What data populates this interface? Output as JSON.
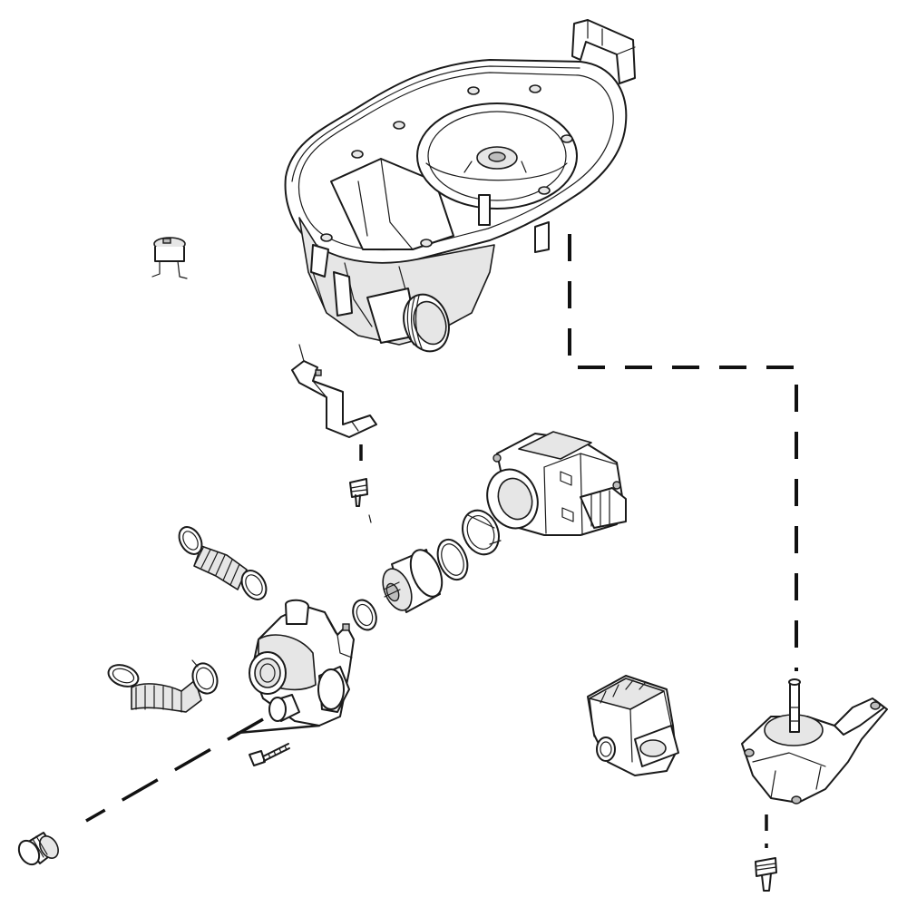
{
  "diagram": {
    "type": "exploded-parts-view",
    "parts": [
      {
        "id": "sump-housing",
        "icon": "sump-housing-icon"
      },
      {
        "id": "top-clip",
        "icon": "clip-icon"
      },
      {
        "id": "thermal-fuse",
        "icon": "thermal-fuse-icon"
      },
      {
        "id": "mounting-bracket",
        "icon": "bracket-icon"
      },
      {
        "id": "bracket-screw",
        "icon": "screw-icon"
      },
      {
        "id": "circulation-pump-motor",
        "icon": "motor-icon"
      },
      {
        "id": "motor-clamp-ring",
        "icon": "ring-icon"
      },
      {
        "id": "large-o-ring",
        "icon": "o-ring-icon"
      },
      {
        "id": "impeller",
        "icon": "impeller-icon"
      },
      {
        "id": "small-o-ring",
        "icon": "o-ring-icon"
      },
      {
        "id": "pump-housing",
        "icon": "pump-housing-icon"
      },
      {
        "id": "corrugated-hose",
        "icon": "hose-icon"
      },
      {
        "id": "elbow-hose",
        "icon": "hose-icon"
      },
      {
        "id": "hose-clamps",
        "icon": "clamp-icon"
      },
      {
        "id": "housing-screw",
        "icon": "screw-icon"
      },
      {
        "id": "drain-connector",
        "icon": "connector-icon"
      },
      {
        "id": "drain-pump",
        "icon": "drain-pump-icon"
      },
      {
        "id": "spray-arm-support",
        "icon": "support-icon"
      },
      {
        "id": "support-screw",
        "icon": "screw-icon"
      }
    ],
    "leader_lines": [
      "sump-to-spray-arm-support",
      "bracket-to-screw",
      "pump-housing-to-drain-connector",
      "support-to-screw"
    ]
  }
}
